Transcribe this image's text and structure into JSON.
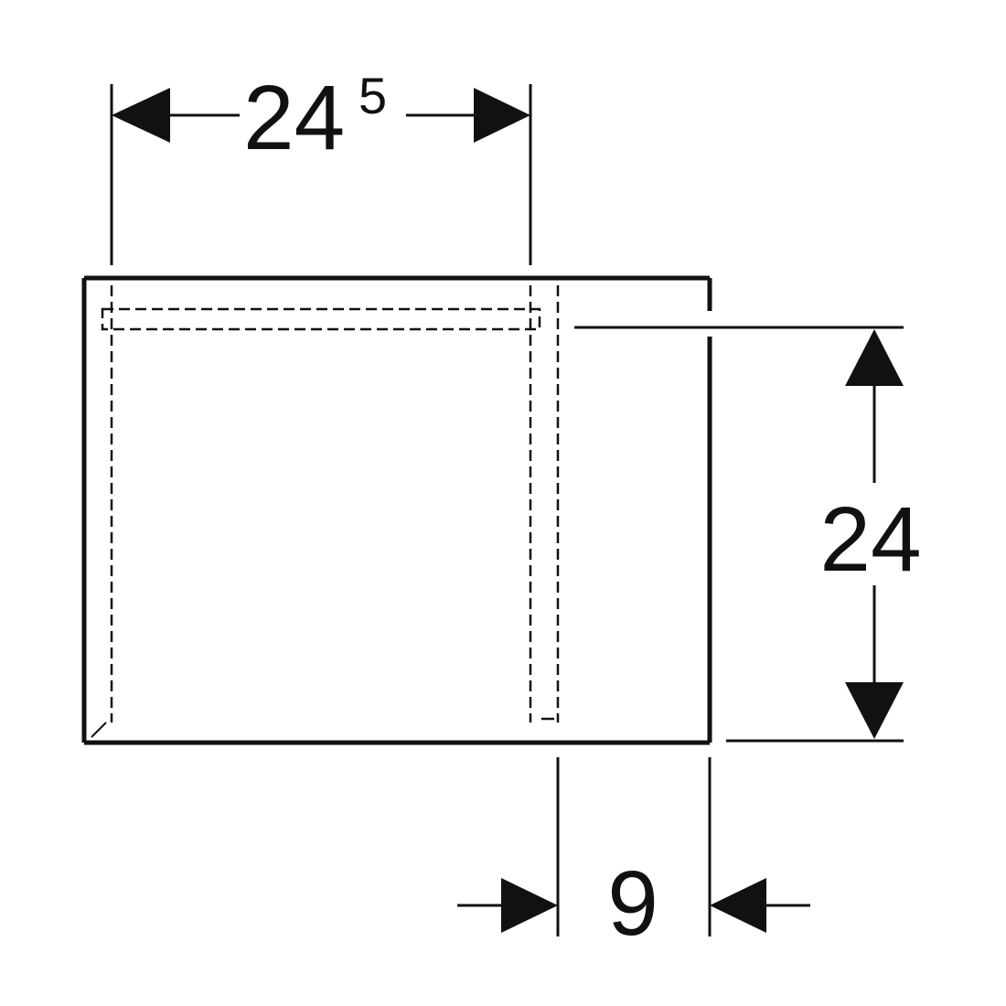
{
  "colors": {
    "line": "#111111",
    "background": "#ffffff"
  },
  "dimensions": {
    "width": {
      "main": "24",
      "superscript": "5"
    },
    "height": {
      "value": "24"
    },
    "depth": {
      "value": "9"
    }
  }
}
